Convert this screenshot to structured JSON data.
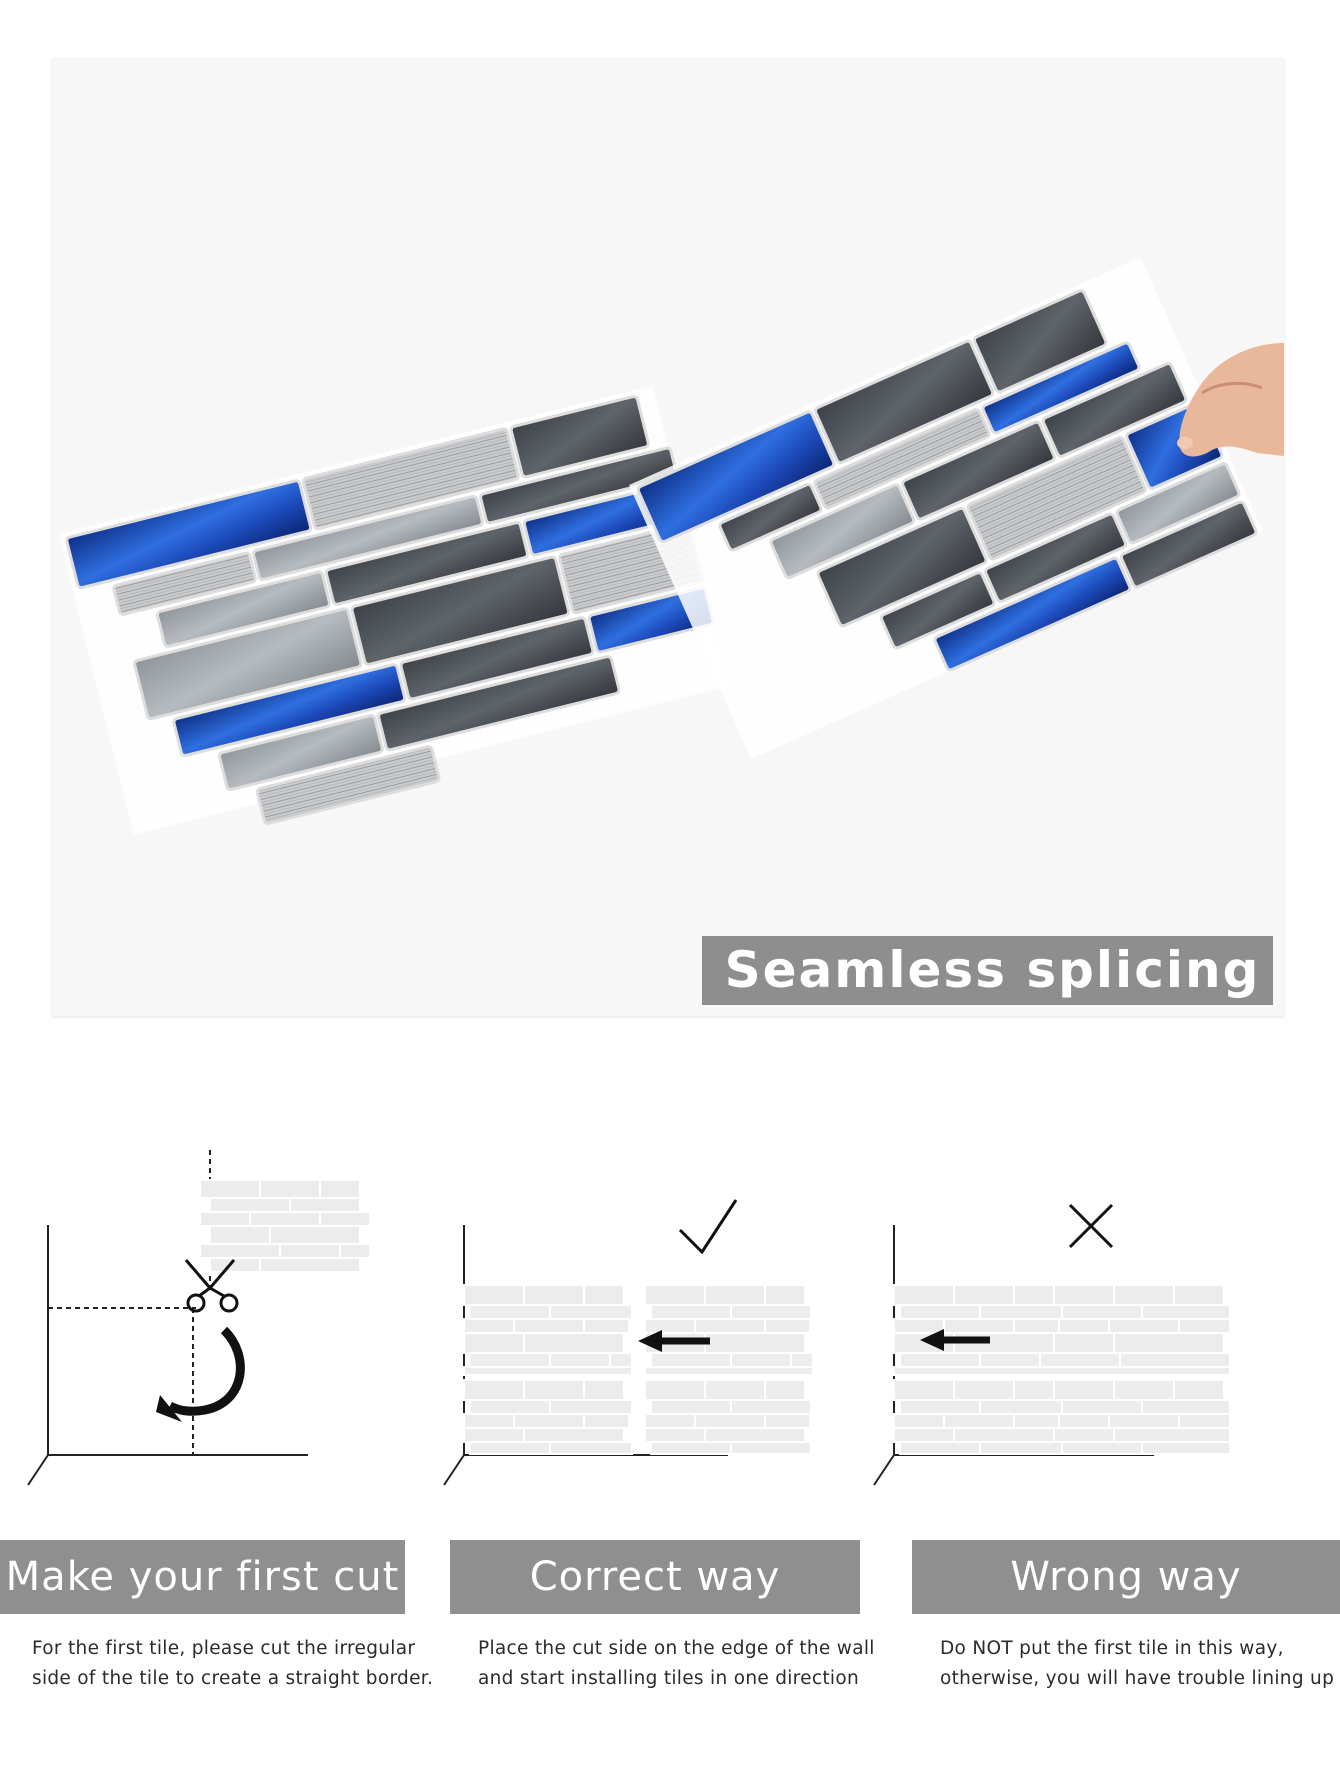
{
  "hero": {
    "banner_text": "Seamless splicing"
  },
  "steps": [
    {
      "title": "Make your first cut",
      "description_lines": [
        "For the first tile, please cut the irregular",
        "side of the tile to create a straight border."
      ]
    },
    {
      "title": "Correct way",
      "description_lines": [
        "Place the cut side on the edge of the wall",
        "and start installing tiles in one direction"
      ],
      "mark": "check-icon"
    },
    {
      "title": "Wrong way",
      "description_lines": [
        "Do NOT put the first tile in this way,",
        "otherwise, you will have trouble lining up"
      ],
      "mark": "x-icon"
    }
  ],
  "colors": {
    "banner_gray": "#8e8e8e",
    "tile_blue": "#1f4fb0",
    "tile_dark_gray": "#4a4e55",
    "tile_light_gray": "#9aa0a6"
  }
}
